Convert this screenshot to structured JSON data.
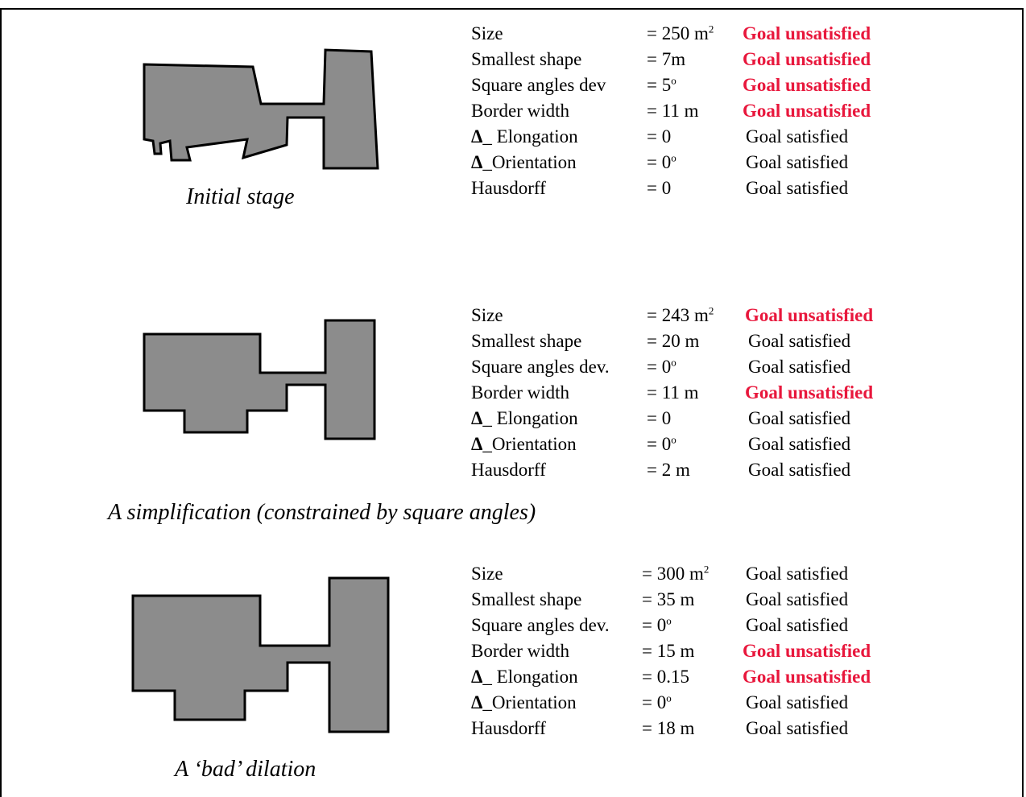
{
  "colors": {
    "unsatisfied": "#e8173c",
    "shape_fill": "#8c8c8c",
    "stroke": "#000000"
  },
  "panels": [
    {
      "caption": "Initial stage",
      "rows": [
        {
          "prop": "Size",
          "value": "= 250 m",
          "sup": "2",
          "goal": "Goal unsatisfied",
          "unsatisfied": true
        },
        {
          "prop": "Smallest shape",
          "value": "= 7m",
          "sup": "",
          "goal": "Goal unsatisfied",
          "unsatisfied": true
        },
        {
          "prop": "Square angles dev",
          "value": "= 5",
          "sup": "o",
          "goal": "Goal unsatisfied",
          "unsatisfied": true
        },
        {
          "prop": "Border width",
          "value": "= 11 m",
          "sup": "",
          "goal": "Goal unsatisfied",
          "unsatisfied": true
        },
        {
          "delta": "Δ",
          "prop": "_ Elongation",
          "value": "= 0",
          "sup": "",
          "goal": "Goal satisfied",
          "unsatisfied": false
        },
        {
          "delta": "Δ",
          "prop": "_Orientation",
          "value": "= 0",
          "sup": "o",
          "goal": "Goal satisfied",
          "unsatisfied": false
        },
        {
          "prop": "Hausdorff",
          "value": "= 0",
          "sup": "",
          "goal": "Goal satisfied",
          "unsatisfied": false
        }
      ]
    },
    {
      "caption": "A simplification (constrained by square angles)",
      "rows": [
        {
          "prop": "Size",
          "value": "= 243 m",
          "sup": "2",
          "goal": "Goal unsatisfied",
          "unsatisfied": true
        },
        {
          "prop": "Smallest shape",
          "value": "= 20 m",
          "sup": "",
          "goal": "Goal satisfied",
          "unsatisfied": false
        },
        {
          "prop": "Square angles dev.",
          "value": "= 0",
          "sup": "o",
          "goal": "Goal satisfied",
          "unsatisfied": false
        },
        {
          "prop": "Border width",
          "value": "= 11 m",
          "sup": "",
          "goal": "Goal unsatisfied",
          "unsatisfied": true
        },
        {
          "delta": "Δ",
          "prop": "_ Elongation",
          "value": "= 0",
          "sup": "",
          "goal": "Goal satisfied",
          "unsatisfied": false
        },
        {
          "delta": "Δ",
          "prop": "_Orientation",
          "value": "= 0",
          "sup": "o",
          "goal": "Goal satisfied",
          "unsatisfied": false
        },
        {
          "prop": "Hausdorff",
          "value": "= 2 m",
          "sup": "",
          "goal": "Goal satisfied",
          "unsatisfied": false
        }
      ]
    },
    {
      "caption": "A ‘bad’ dilation",
      "rows": [
        {
          "prop": "Size",
          "value": "= 300 m",
          "sup": "2",
          "goal": "Goal satisfied",
          "unsatisfied": false
        },
        {
          "prop": "Smallest shape",
          "value": "= 35 m",
          "sup": "",
          "goal": "Goal satisfied",
          "unsatisfied": false
        },
        {
          "prop": "Square angles dev.",
          "value": "= 0",
          "sup": "o",
          "goal": "Goal satisfied",
          "unsatisfied": false
        },
        {
          "prop": "Border width",
          "value": "= 15 m",
          "sup": "",
          "goal": "Goal unsatisfied",
          "unsatisfied": true
        },
        {
          "delta": "Δ",
          "prop": "_ Elongation",
          "value": "= 0.15",
          "sup": "",
          "goal": "Goal unsatisfied",
          "unsatisfied": true
        },
        {
          "delta": "Δ",
          "prop": "_Orientation",
          "value": "= 0",
          "sup": "o",
          "goal": "Goal satisfied",
          "unsatisfied": false
        },
        {
          "prop": "Hausdorff",
          "value": "= 18 m",
          "sup": "",
          "goal": "Goal satisfied",
          "unsatisfied": false
        }
      ]
    }
  ]
}
